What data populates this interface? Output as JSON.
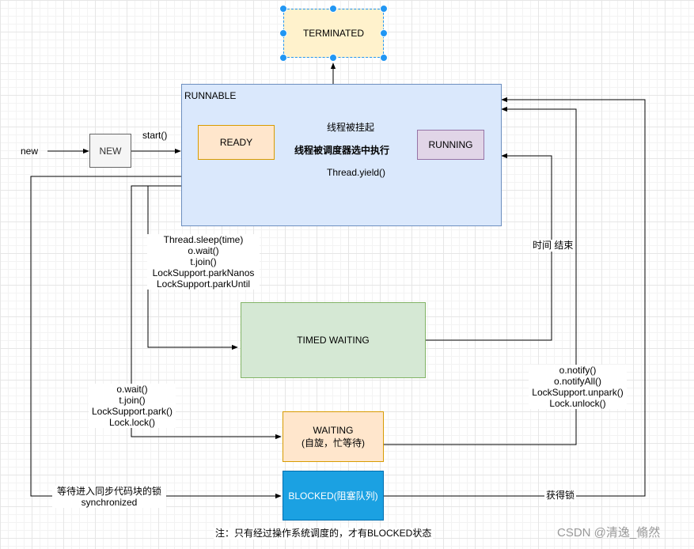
{
  "states": {
    "terminated": "TERMINATED",
    "runnable": "RUNNABLE",
    "new": "NEW",
    "ready": "READY",
    "running": "RUNNING",
    "timed_waiting": "TIMED WAITING",
    "waiting_line1": "WAITING",
    "waiting_line2": "(自旋，忙等待)",
    "blocked": "BLOCKED(阻塞队列)"
  },
  "edges": {
    "new_in": "new",
    "start": "start()",
    "suspended": "线程被挂起",
    "scheduled": "线程被调度器选中执行",
    "yield": "Thread.yield()",
    "timed_entry": [
      "Thread.sleep(time)",
      "o.wait()",
      "t.join()",
      "LockSupport.parkNanos",
      "LockSupport.parkUntil"
    ],
    "timeout": "时间 结束",
    "notify": [
      "o.notify()",
      "o.notifyAll()",
      "LockSupport.unpark()",
      "Lock.unlock()"
    ],
    "wait_entry": [
      "o.wait()",
      "t.join()",
      "LockSupport.park()",
      "Lock.lock()"
    ],
    "sync_entry": [
      "等待进入同步代码块的锁",
      "synchronized"
    ],
    "acquired": "获得锁"
  },
  "note": "注：只有经过操作系统调度的，才有BLOCKED状态",
  "watermark": "CSDN @清逸_翛然",
  "colors": {
    "terminated_fill": "#fff2cc",
    "runnable_fill": "#dae8fc",
    "runnable_stroke": "#6c8ebf",
    "ready_fill": "#ffe6cc",
    "running_fill": "#e1d5e7",
    "timed_fill": "#d5e8d4",
    "blocked_fill": "#1ba1e2",
    "selection": "#2196f3"
  }
}
